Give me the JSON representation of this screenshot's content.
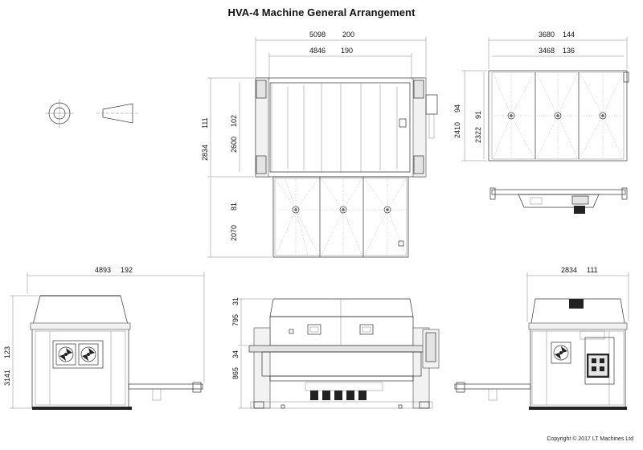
{
  "title": "HVA-4 Machine General Arrangement",
  "copyright": "Copyright © 2017 LT Machines Ltd",
  "dims": {
    "top_width_mm": "5098",
    "top_width_in": "200",
    "top_inner_width_mm": "4846",
    "top_inner_width_in": "190",
    "top_height_mm": "2834",
    "top_height_in": "111",
    "top_inner_height_mm": "2600",
    "top_inner_height_in": "102",
    "top_ext_mm": "2070",
    "top_ext_in": "81",
    "right_width_mm": "3680",
    "right_width_in": "144",
    "right_inner_width_mm": "3468",
    "right_inner_width_in": "136",
    "right_height_mm": "2410",
    "right_height_in": "94",
    "right_inner_height_mm": "2322",
    "right_inner_height_in": "91",
    "front_width_mm": "4893",
    "front_width_in": "192",
    "front_height_mm": "3141",
    "front_height_in": "123",
    "mid_top_mm": "795",
    "mid_top_in": "31",
    "mid_bottom_mm": "865",
    "mid_bottom_in": "34",
    "side_width_mm": "2834",
    "side_width_in": "111"
  }
}
